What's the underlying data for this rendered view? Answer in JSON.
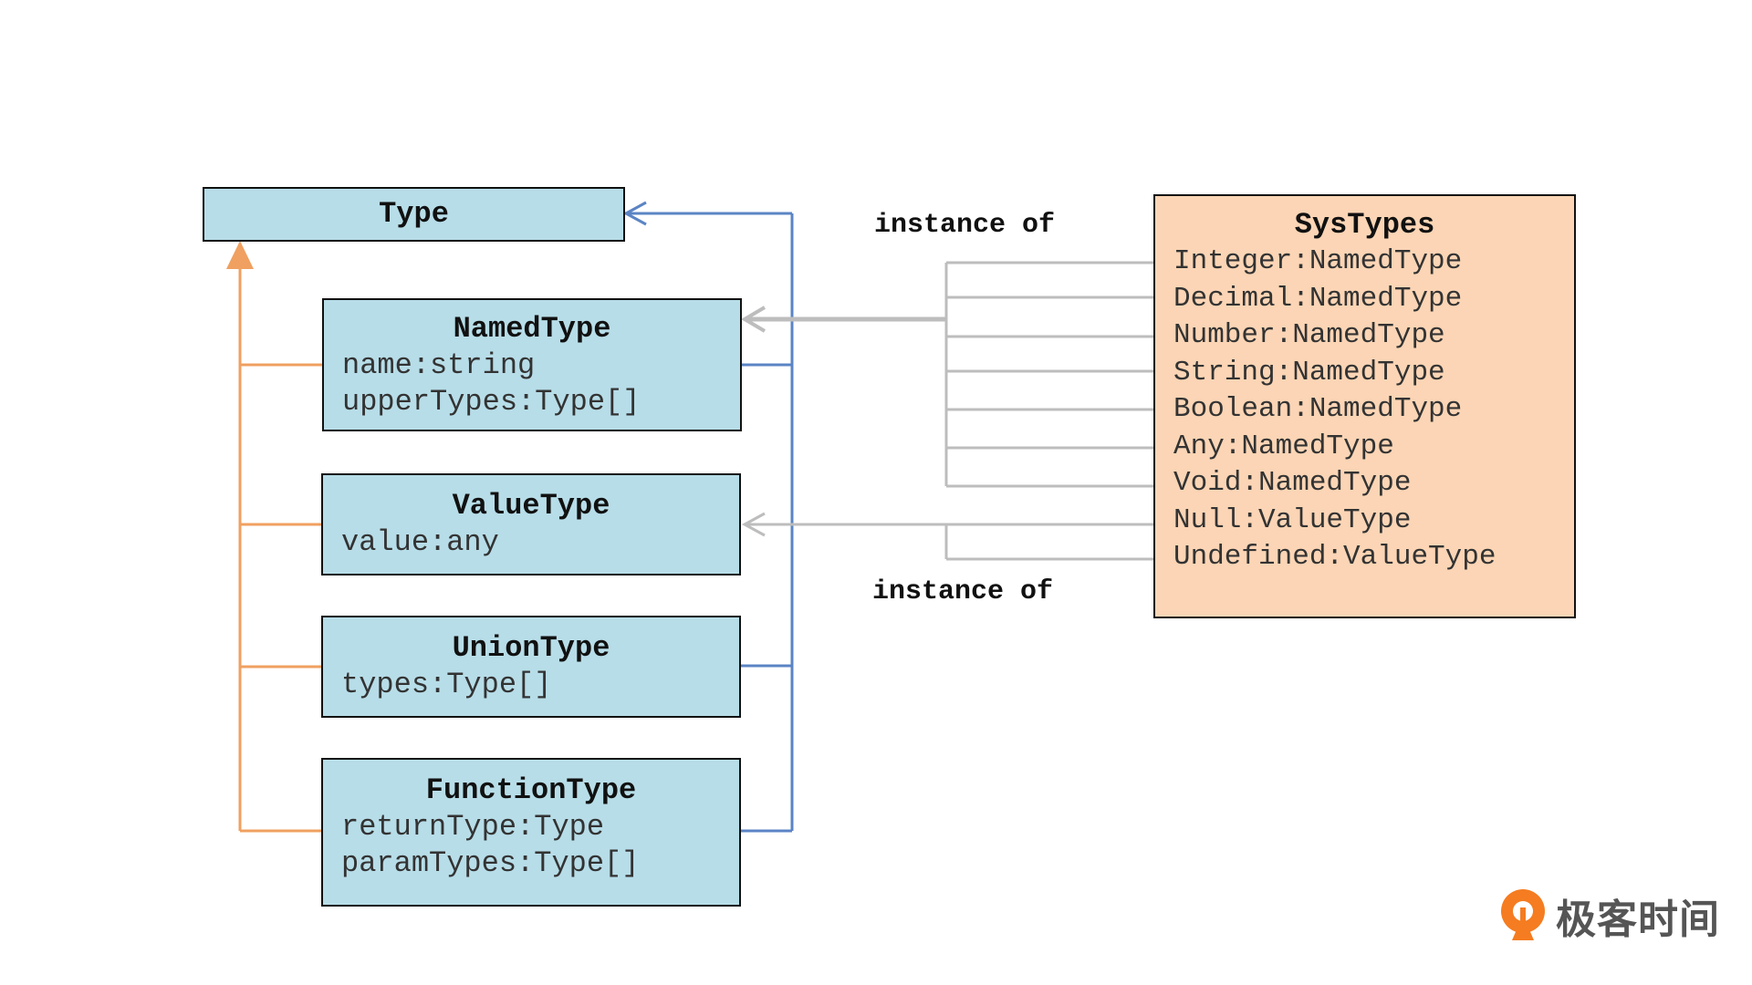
{
  "types": {
    "type": {
      "title": "Type",
      "fields": []
    },
    "named": {
      "title": "NamedType",
      "fields": [
        "name:string",
        "upperTypes:Type[]"
      ]
    },
    "value": {
      "title": "ValueType",
      "fields": [
        "value:any"
      ]
    },
    "union": {
      "title": "UnionType",
      "fields": [
        "types:Type[]"
      ]
    },
    "function": {
      "title": "FunctionType",
      "fields": [
        "returnType:Type",
        "paramTypes:Type[]"
      ]
    }
  },
  "systypes": {
    "title": "SysTypes",
    "fields": [
      "Integer:NamedType",
      "Decimal:NamedType",
      "Number:NamedType",
      "String:NamedType",
      "Boolean:NamedType",
      "Any:NamedType",
      "Void:NamedType",
      "Null:ValueType",
      "Undefined:ValueType"
    ]
  },
  "labels": {
    "instance_of_top": "instance of",
    "instance_of_bottom": "instance of"
  },
  "logo": {
    "text": "极客时间"
  },
  "colors": {
    "class_fill": "#b7dde8",
    "systypes_fill": "#fbd5b5",
    "inheritance_line": "#f0a060",
    "reference_line": "#5b84c4",
    "instance_line": "#bdbdbd",
    "logo_accent": "#f57c20"
  }
}
